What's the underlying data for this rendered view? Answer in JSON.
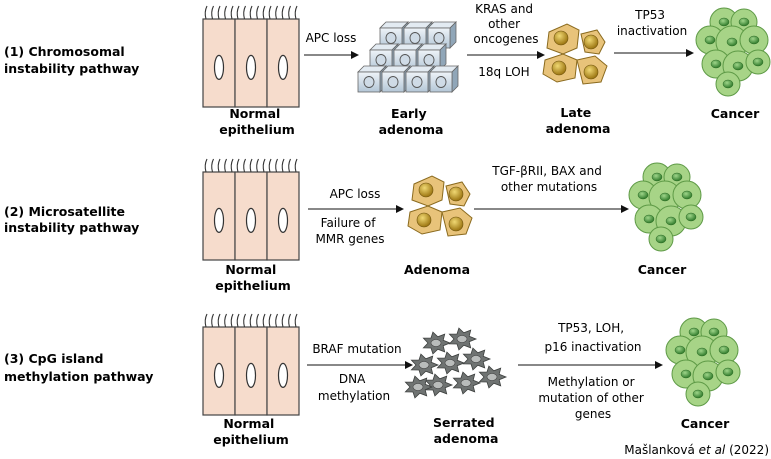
{
  "pathways": [
    {
      "name": [
        "(1) Chromosomal",
        "instability pathway"
      ],
      "stages": [
        [
          "Normal",
          "epithelium"
        ],
        [
          "Early",
          "adenoma"
        ],
        [
          "Late",
          "adenoma"
        ],
        [
          "Cancer"
        ]
      ],
      "steps": [
        {
          "above": [
            "APC loss"
          ],
          "below": []
        },
        {
          "above": [
            "KRAS and",
            "other",
            "oncogenes"
          ],
          "below": [
            "18q LOH"
          ]
        },
        {
          "above": [
            "TP53",
            "inactivation"
          ],
          "below": []
        }
      ]
    },
    {
      "name": [
        "(2) Microsatellite",
        "instability pathway"
      ],
      "stages": [
        [
          "Normal",
          "epithelium"
        ],
        [
          "Adenoma"
        ],
        [
          "Cancer"
        ]
      ],
      "steps": [
        {
          "above": [
            "APC loss"
          ],
          "below": [
            "Failure of",
            "MMR genes"
          ]
        },
        {
          "above": [
            "TGF-βRII, BAX and",
            "other mutations"
          ],
          "below": []
        }
      ]
    },
    {
      "name": [
        "(3) CpG island",
        "methylation pathway"
      ],
      "stages": [
        [
          "Normal",
          "epithelium"
        ],
        [
          "Serrated",
          "adenoma"
        ],
        [
          "Cancer"
        ]
      ],
      "steps": [
        {
          "above": [
            "BRAF mutation"
          ],
          "below": [
            "DNA",
            "methylation"
          ]
        },
        {
          "above": [
            "TP53, LOH,",
            "p16 inactivation"
          ],
          "below": [
            "Methylation or",
            "mutation of other",
            "genes"
          ]
        }
      ]
    }
  ],
  "citation": {
    "author": "Mašlanková",
    "etal": "et al",
    "year": "(2022)"
  },
  "colors": {
    "epithelium_fill": "#f6dccc",
    "epithelium_stroke": "#444444",
    "early_adenoma_fill": "#cfdde8",
    "adenoma_fill": "#e8c37a",
    "adenoma_nucleus": "#b48a16",
    "serrated_fill": "#6f7372",
    "cancer_fill": "#a7d487",
    "cancer_nucleus": "#4e9a3c"
  }
}
